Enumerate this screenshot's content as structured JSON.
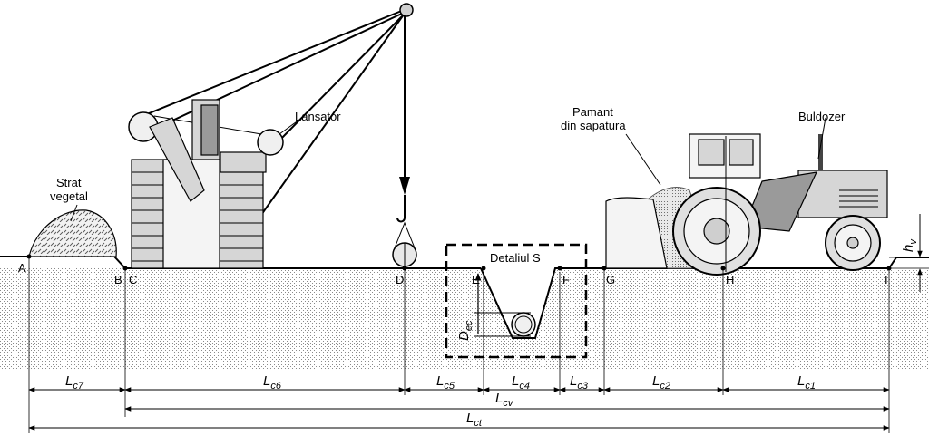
{
  "points": {
    "A": "A",
    "B": "B",
    "C": "C",
    "D": "D",
    "E": "E",
    "F": "F",
    "G": "G",
    "H": "H",
    "I": "I"
  },
  "labels": {
    "strat_line1": "Strat",
    "strat_line2": "vegetal",
    "lansator": "Lansator",
    "detaliul": "Detaliul S",
    "pamant_line1": "Pamant",
    "pamant_line2": "din sapatura",
    "buldozer": "Buldozer"
  },
  "dims": {
    "L": "L",
    "c7": "c7",
    "c6": "c6",
    "c5": "c5",
    "c4": "c4",
    "c3": "c3",
    "c2": "c2",
    "c1": "c1",
    "cv": "cv",
    "ct": "ct",
    "D": "D",
    "ec": "ec",
    "h": "h",
    "v": "v"
  }
}
